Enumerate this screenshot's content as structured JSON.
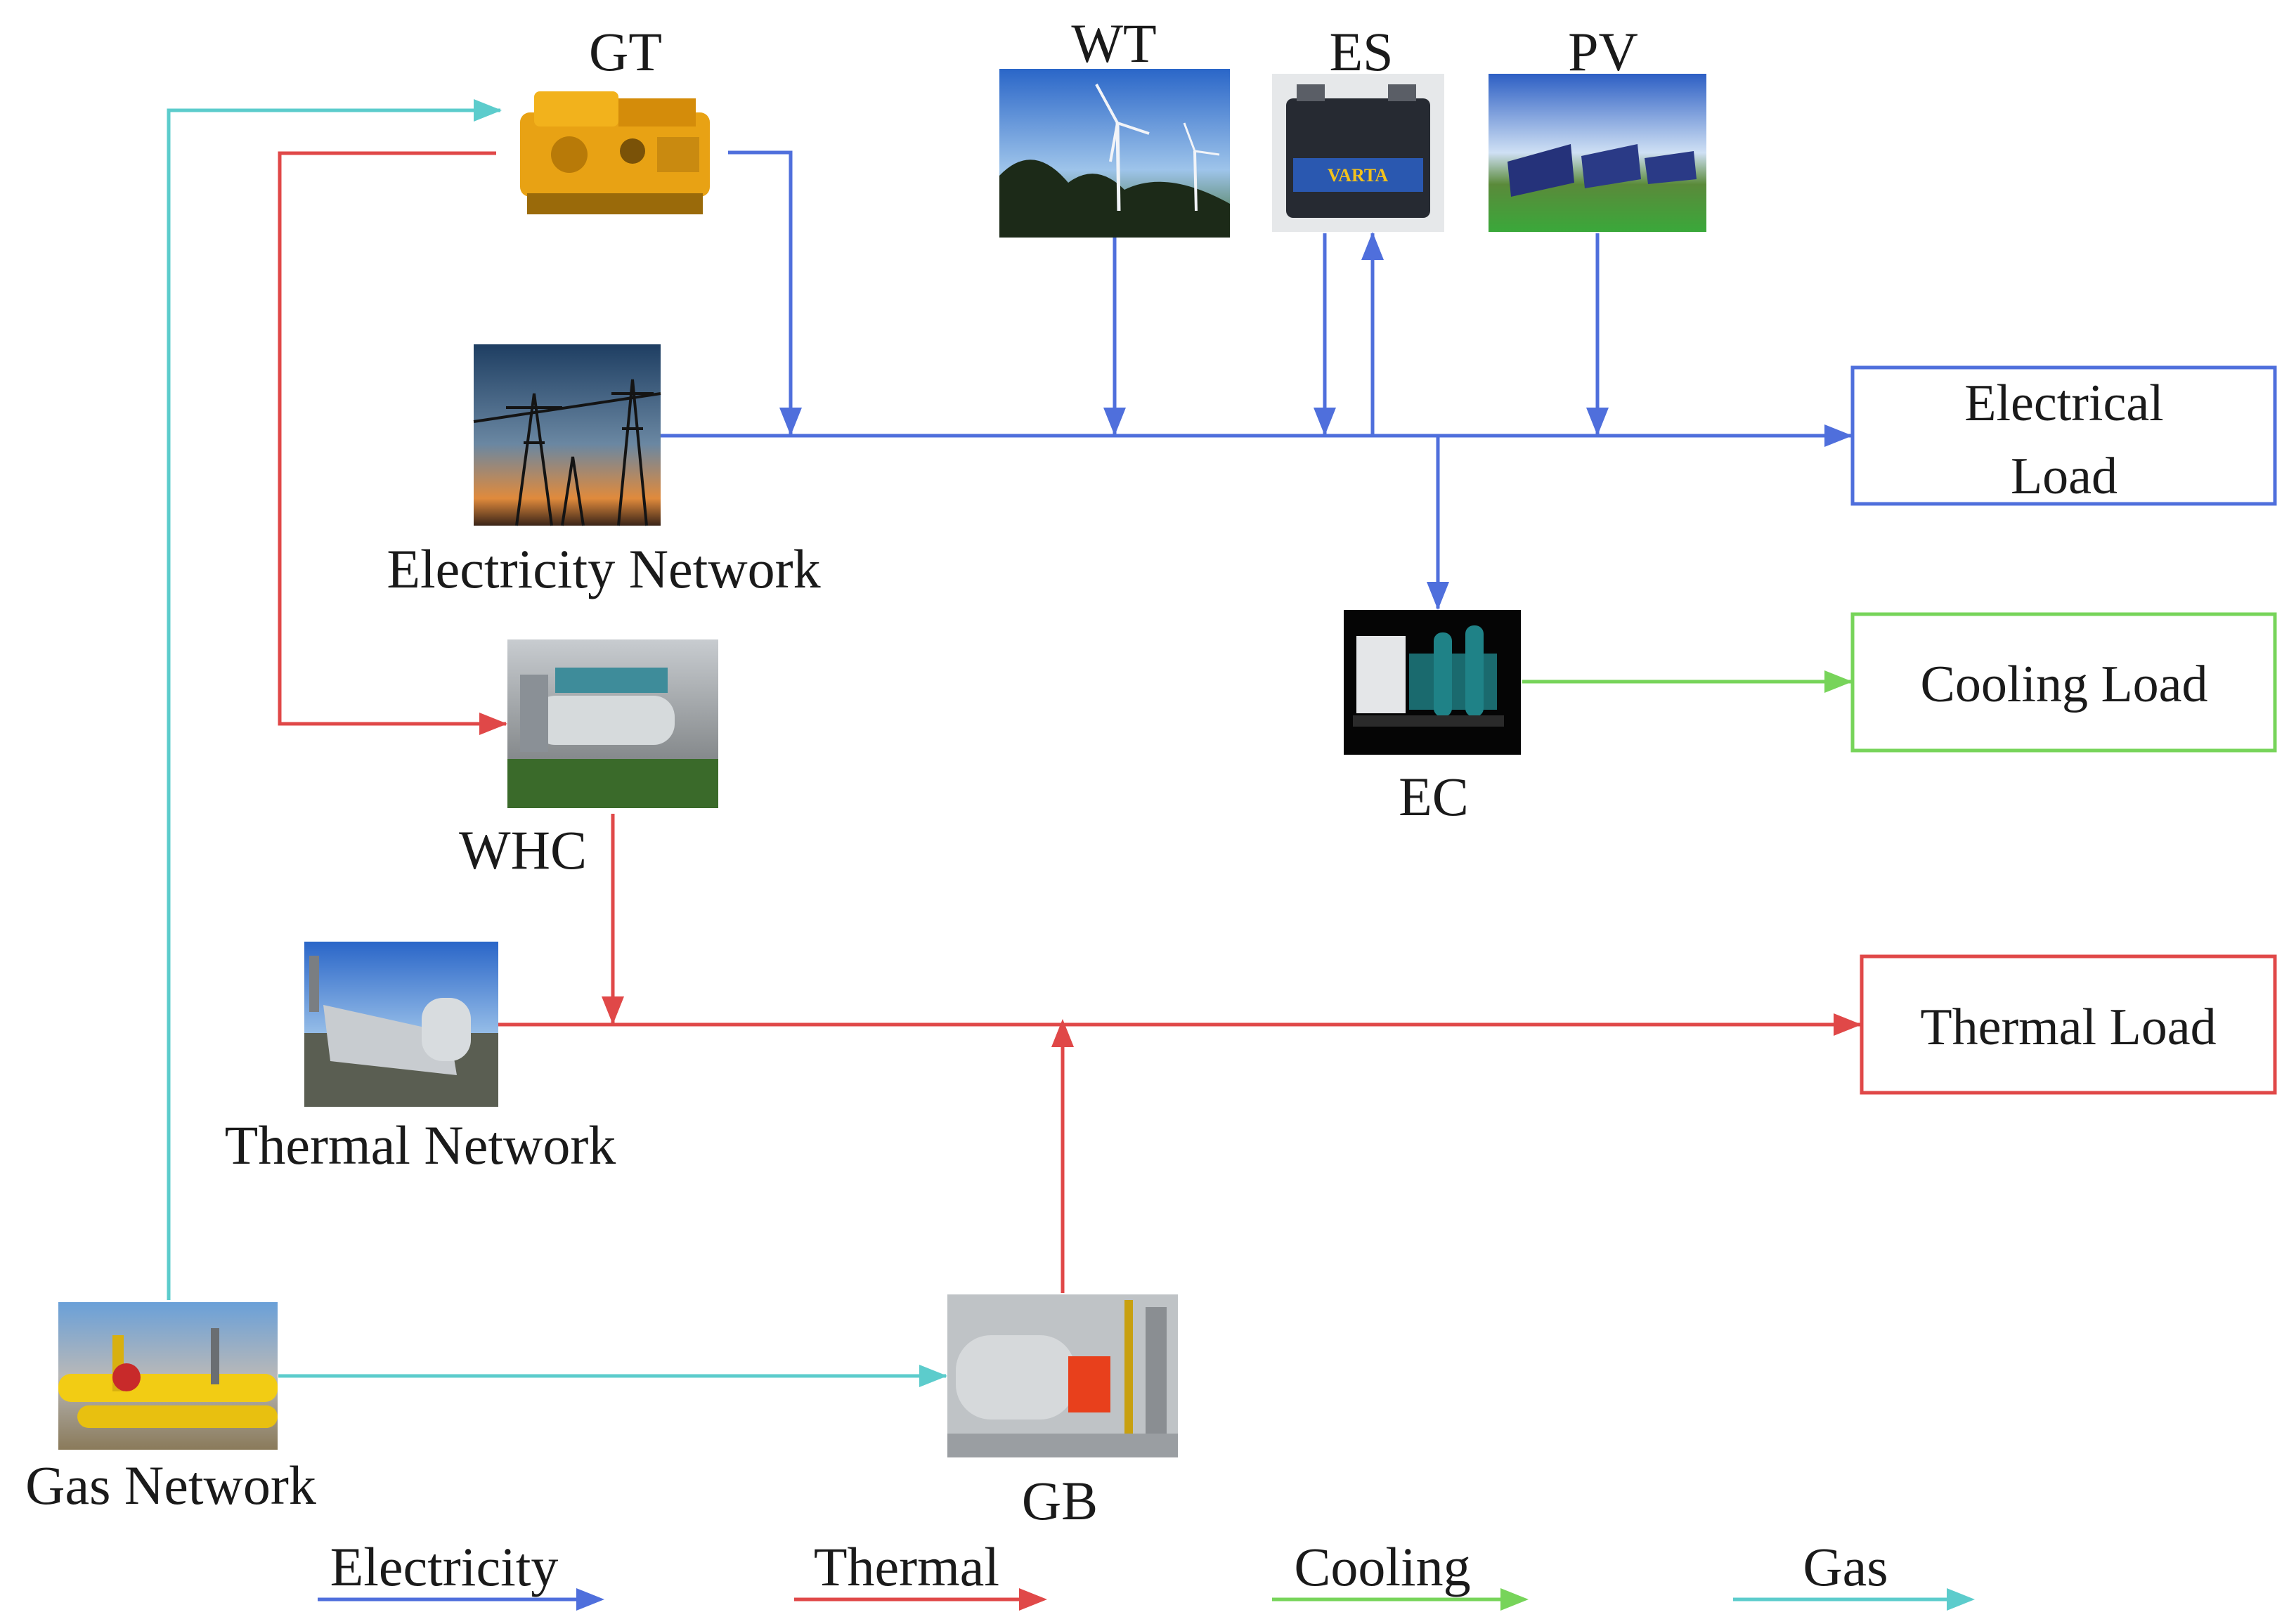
{
  "colors": {
    "electricity": "#4f6fdc",
    "thermal": "#e04848",
    "cooling": "#77d45a",
    "gas": "#5ccccc"
  },
  "components": {
    "gt": "GT",
    "wt": "WT",
    "es": "ES",
    "pv": "PV",
    "electricity_network": "Electricity Network",
    "whc": "WHC",
    "ec": "EC",
    "thermal_network": "Thermal Network",
    "gas_network": "Gas Network",
    "gb": "GB"
  },
  "icons": {
    "gt": "gas-turbine-photo",
    "wt": "wind-turbine-photo",
    "es": "battery-photo",
    "pv": "solar-panel-photo",
    "electricity_network": "power-tower-photo",
    "whc": "waste-heat-collector-photo",
    "ec": "electric-chiller-photo",
    "thermal_network": "thermal-pipe-photo",
    "gas_network": "gas-pipeline-photo",
    "gb": "gas-boiler-photo"
  },
  "battery_brand": "VARTA",
  "loads": {
    "electrical_line1": "Electrical",
    "electrical_line2": "Load",
    "cooling": "Cooling Load",
    "thermal": "Thermal Load"
  },
  "legend": {
    "electricity": "Electricity",
    "thermal": "Thermal",
    "cooling": "Cooling",
    "gas": "Gas"
  }
}
